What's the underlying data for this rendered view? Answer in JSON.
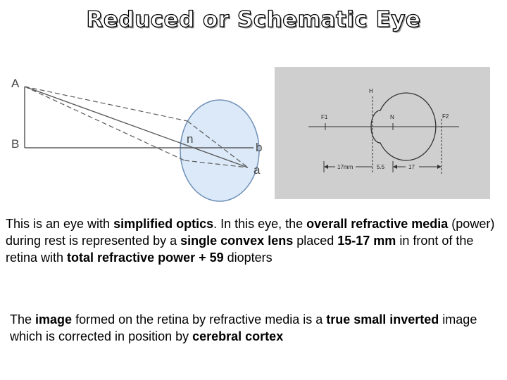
{
  "title": "Reduced or Schematic Eye",
  "left_diagram": {
    "label_A": "A",
    "label_B": "B",
    "label_n": "n",
    "label_b": "b",
    "label_a": "a",
    "colors": {
      "eye_fill": "#dbe9f8",
      "eye_stroke": "#6f8fb8",
      "line": "#5b5b5b"
    }
  },
  "right_diagram": {
    "label_H": "H",
    "label_F1": "F1",
    "label_N": "N",
    "label_F2": "F2",
    "dim_1": "17mm",
    "dim_2": "5.5",
    "dim_3": "17",
    "colors": {
      "background": "#cfcfcf"
    }
  },
  "paragraph_1": [
    {
      "text": "This is an eye with ",
      "bold": false
    },
    {
      "text": "simplified optics",
      "bold": true
    },
    {
      "text": ". In this eye, the ",
      "bold": false
    },
    {
      "text": "overall refractive media",
      "bold": true
    },
    {
      "text": " (power) during rest is represented by a ",
      "bold": false
    },
    {
      "text": "single convex lens",
      "bold": true
    },
    {
      "text": " placed ",
      "bold": false
    },
    {
      "text": "15-17 mm",
      "bold": true
    },
    {
      "text": " in front of the retina with ",
      "bold": false
    },
    {
      "text": "total refractive power + 59",
      "bold": true
    },
    {
      "text": " diopters",
      "bold": false
    }
  ],
  "paragraph_2": [
    {
      "text": "The ",
      "bold": false
    },
    {
      "text": "image",
      "bold": true
    },
    {
      "text": " formed on the retina by refractive media is a ",
      "bold": false
    },
    {
      "text": "true small inverted",
      "bold": true
    },
    {
      "text": " image which is corrected in position by ",
      "bold": false
    },
    {
      "text": "cerebral cortex",
      "bold": true
    }
  ]
}
